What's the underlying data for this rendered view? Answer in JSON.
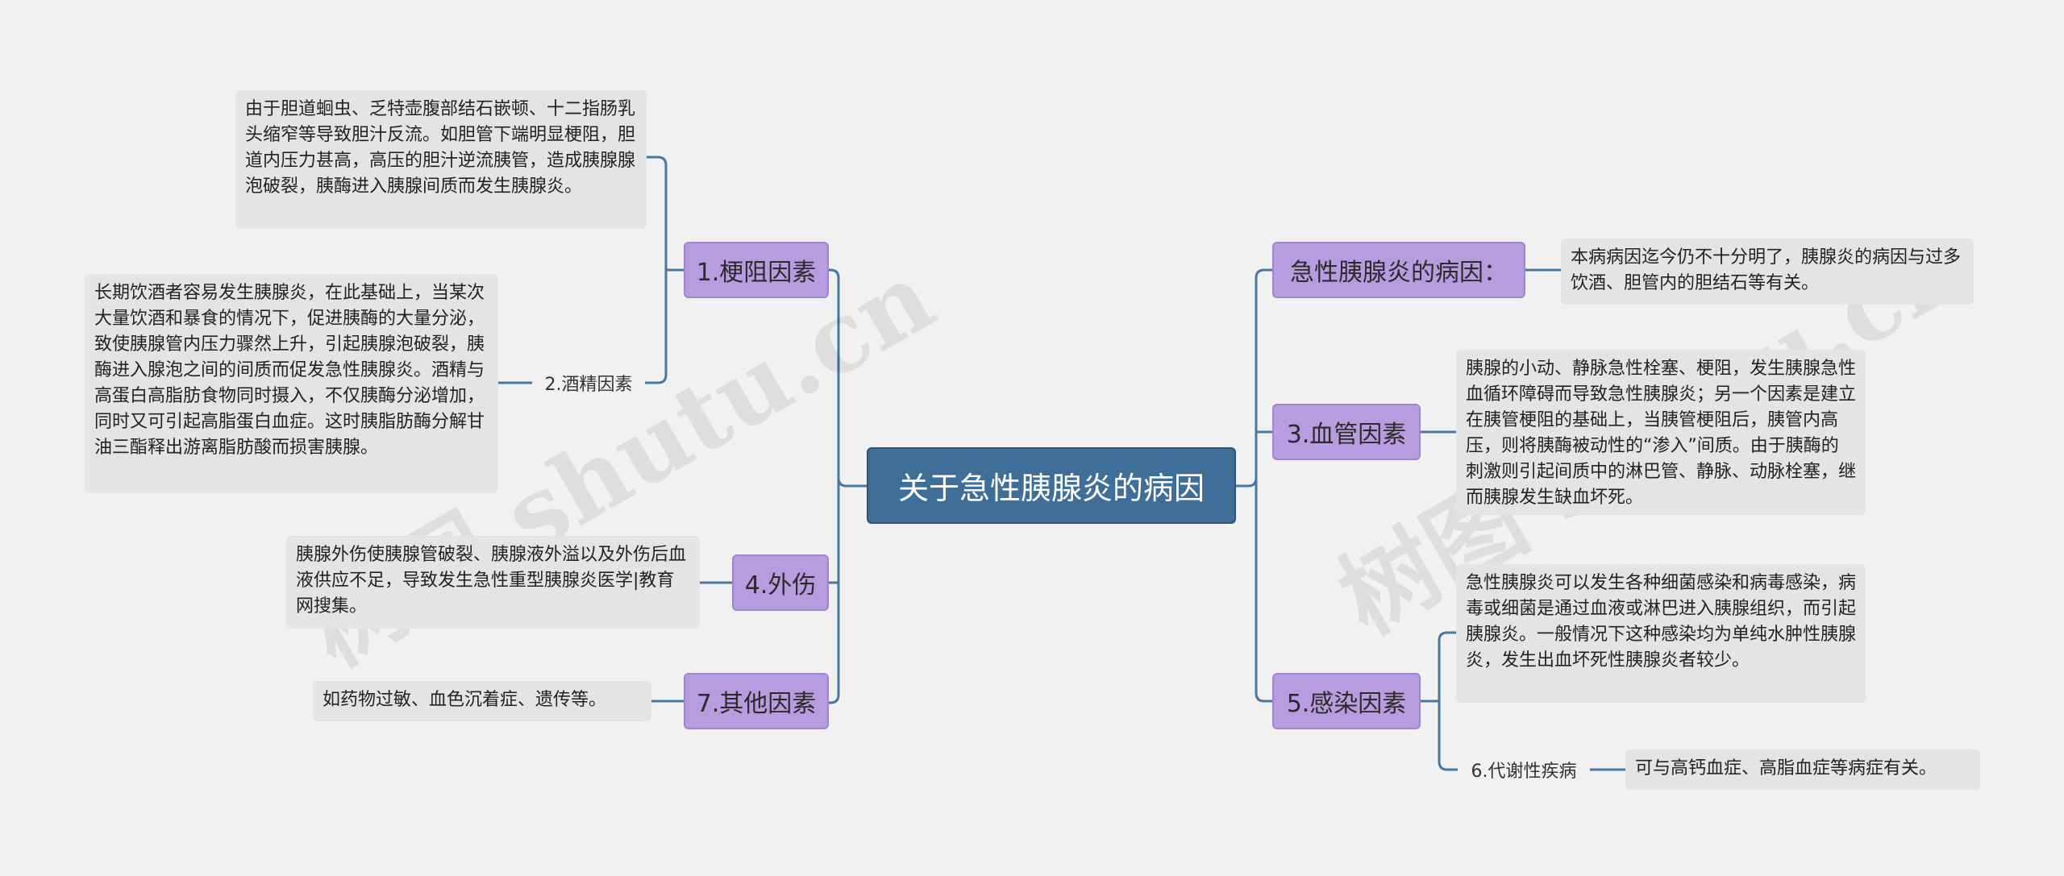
{
  "root": {
    "label": "关于急性胰腺炎的病因"
  },
  "left": {
    "obstruction": {
      "label": "1.梗阻因素",
      "note": "由于胆道蛔虫、乏特壶腹部结石嵌顿、十二指肠乳头缩窄等导致胆汁反流。如胆管下端明显梗阻，胆道内压力甚高，高压的胆汁逆流胰管，造成胰腺腺泡破裂，胰酶进入胰腺间质而发生胰腺炎。",
      "alcohol": {
        "label": "2.酒精因素",
        "note": "长期饮酒者容易发生胰腺炎，在此基础上，当某次大量饮酒和暴食的情况下，促进胰酶的大量分泌，致使胰腺管内压力骤然上升，引起胰腺泡破裂，胰酶进入腺泡之间的间质而促发急性胰腺炎。酒精与高蛋白高脂肪食物同时摄入，不仅胰酶分泌增加，同时又可引起高脂蛋白血症。这时胰脂肪酶分解甘油三酯释出游离脂肪酸而损害胰腺。"
      }
    },
    "trauma": {
      "label": "4.外伤",
      "note": "胰腺外伤使胰腺管破裂、胰腺液外溢以及外伤后血液供应不足，导致发生急性重型胰腺炎医学|教育网搜集。"
    },
    "other": {
      "label": "7.其他因素",
      "note": "如药物过敏、血色沉着症、遗传等。"
    }
  },
  "right": {
    "cause": {
      "label": "急性胰腺炎的病因：",
      "note": "本病病因迄今仍不十分明了，胰腺炎的病因与过多饮酒、胆管内的胆结石等有关。"
    },
    "vascular": {
      "label": "3.血管因素",
      "note": "胰腺的小动、静脉急性栓塞、梗阻，发生胰腺急性血循环障碍而导致急性胰腺炎；另一个因素是建立在胰管梗阻的基础上，当胰管梗阻后，胰管内高压，则将胰酶被动性的“渗入”间质。由于胰酶的刺激则引起间质中的淋巴管、静脉、动脉栓塞，继而胰腺发生缺血坏死。"
    },
    "infection": {
      "label": "5.感染因素",
      "note": "急性胰腺炎可以发生各种细菌感染和病毒感染，病毒或细菌是通过血液或淋巴进入胰腺组织，而引起胰腺炎。一般情况下这种感染均为单纯水肿性胰腺炎，发生出血坏死性胰腺炎者较少。",
      "metabolic": {
        "label": "6.代谢性疾病",
        "note": "可与高钙血症、高脂血症等病症有关。"
      }
    }
  },
  "watermark": {
    "text": "树图 shutu.cn"
  },
  "colors": {
    "line": "#4a77a0",
    "root": "#3f6f99",
    "branch": "#b79ce0",
    "note": "#e4e4e4"
  }
}
